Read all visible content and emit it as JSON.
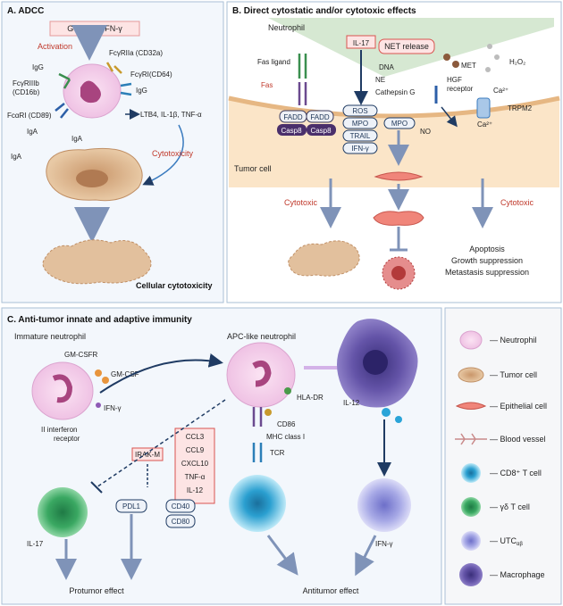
{
  "panelA": {
    "title": "A. ADCC",
    "cytokines": "G-CSF， IFN-γ",
    "activation": "Activation",
    "igg1": "IgG",
    "igg2": "IgG",
    "fcgr2a": "FcγRIIa (CD32a)",
    "fcgr1": "FcγRI(CD64)",
    "fcgr3b_1": "FcγRIIIb",
    "fcgr3b_2": "(CD16b)",
    "fcar": "FcαRI (CD89)",
    "iga1": "IgA",
    "iga2": "IgA",
    "iga3": "IgA",
    "mediators": "LTB4, IL-1β, TNF-α",
    "cytotoxicity": "Cytotoxicity",
    "result": "Cellular cytotoxicity"
  },
  "panelB": {
    "title": "B. Direct cytostatic and/or cytotoxic effects",
    "neutrophil": "Neutrophil",
    "fasl": "Fas ligand",
    "fas": "Fas",
    "fadd1": "FADD",
    "fadd2": "FADD",
    "casp1": "Casp8",
    "casp2": "Casp8",
    "il17": "IL-17",
    "net": "NET release",
    "met": "MET",
    "hgf1": "HGF",
    "hgf2": "receptor",
    "h2o2": "H₂O₂",
    "dna": "DNA",
    "ne": "NE",
    "cathepsin": "Cathepsin G",
    "ca1": "Ca²⁺",
    "ca2": "Ca²⁺",
    "trpm2": "TRPM2",
    "ros": "ROS",
    "mpo1": "MPO",
    "trail": "TRAIL",
    "ifng": "IFN-γ",
    "mpo2": "MPO",
    "no": "NO",
    "tumor": "Tumor cell",
    "cytotoxic1": "Cytotoxic",
    "cytotoxic2": "Cytotoxic",
    "outcome1": "Apoptosis",
    "outcome2": "Growth suppression",
    "outcome3": "Metastasis  suppression"
  },
  "panelC": {
    "title": "C. Anti-tumor innate and adaptive immunity",
    "immature": "Immature neutrophil",
    "apc": "APC-like  neutrophil",
    "gmcsfr": "GM-CSFR",
    "gmcsf": "GM-CSF",
    "ifng1": "IFN-γ",
    "ii1": "II interferon",
    "ii2": "receptor",
    "iraks": "IRAK-M",
    "cyto_box": [
      "CCL3",
      "CCL9",
      "CXCL10",
      "TNF-α",
      "IL-12"
    ],
    "hladr": "HLA-DR",
    "cd86": "CD86",
    "mhc": "MHC class I",
    "tcr": "TCR",
    "il12": "IL-12",
    "il17": "IL-17",
    "pdl1": "PDL1",
    "cd40": "CD40",
    "cd80": "CD80",
    "ifng2": "IFN-γ",
    "protumor": "Protumor effect",
    "antitumor": "Antitumor effect"
  },
  "legend": {
    "items": [
      "Neutrophil",
      "Tumor cell",
      "Epithelial cell",
      "Blood vessel",
      "CD8⁺ T cell",
      "γδ T cell",
      "UTC",
      "Macrophage"
    ],
    "utc_sub": "αβ"
  }
}
